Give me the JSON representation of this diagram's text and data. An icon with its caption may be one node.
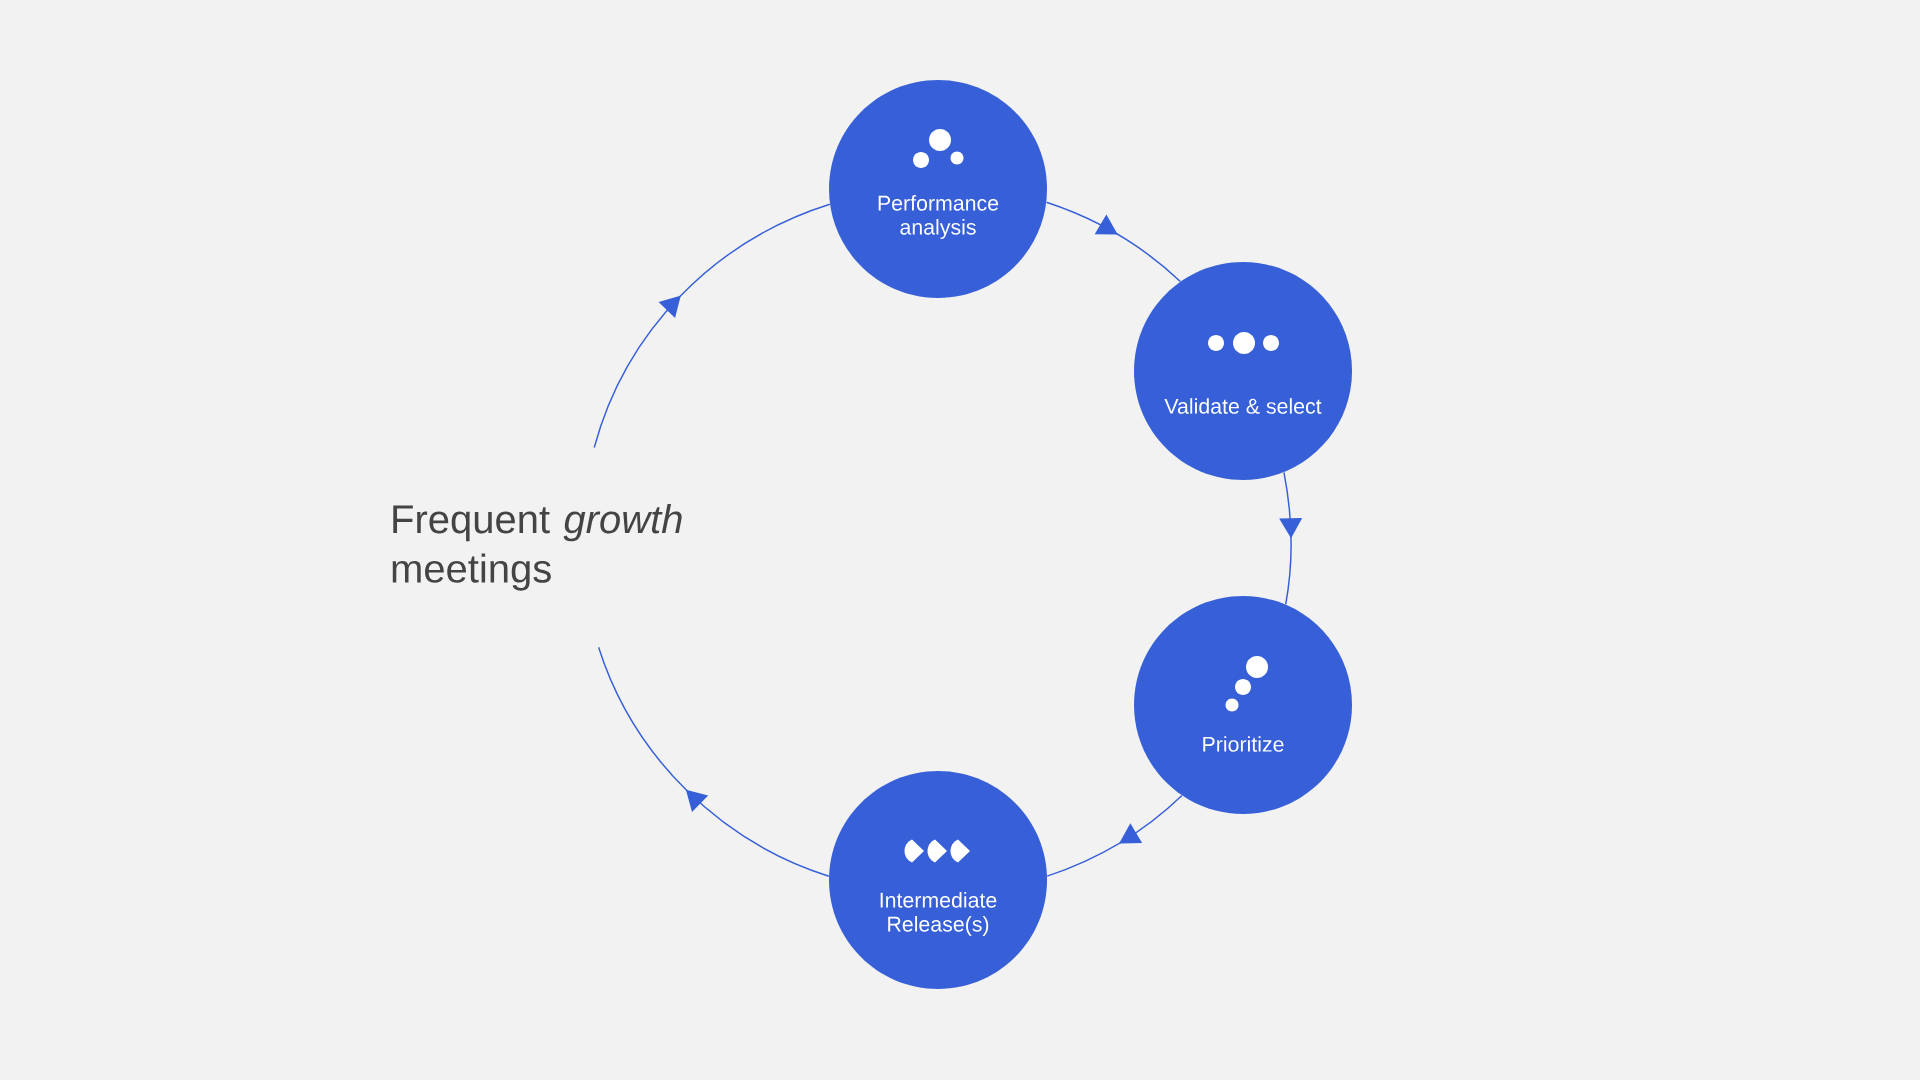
{
  "diagram": {
    "nodes": [
      {
        "text": [
          "Performance analysis"
        ]
      },
      {
        "text": [
          "Validate & select"
        ]
      },
      {
        "text": [
          "Prioritize"
        ]
      },
      {
        "text": [
          "Intermediate Release(s)"
        ]
      },
      {
        "text": [
          "Frequent *growth* meetings"
        ]
      }
    ],
    "edges": [
      {
        "from": 0,
        "to": 1,
        "arrow": "to"
      },
      {
        "from": 1,
        "to": 2,
        "arrow": "to"
      },
      {
        "from": 2,
        "to": 3,
        "arrow": "to"
      },
      {
        "from": 3,
        "to": 4,
        "arrow": "to"
      },
      {
        "from": 4,
        "to": 0,
        "arrow": "to"
      }
    ]
  }
}
